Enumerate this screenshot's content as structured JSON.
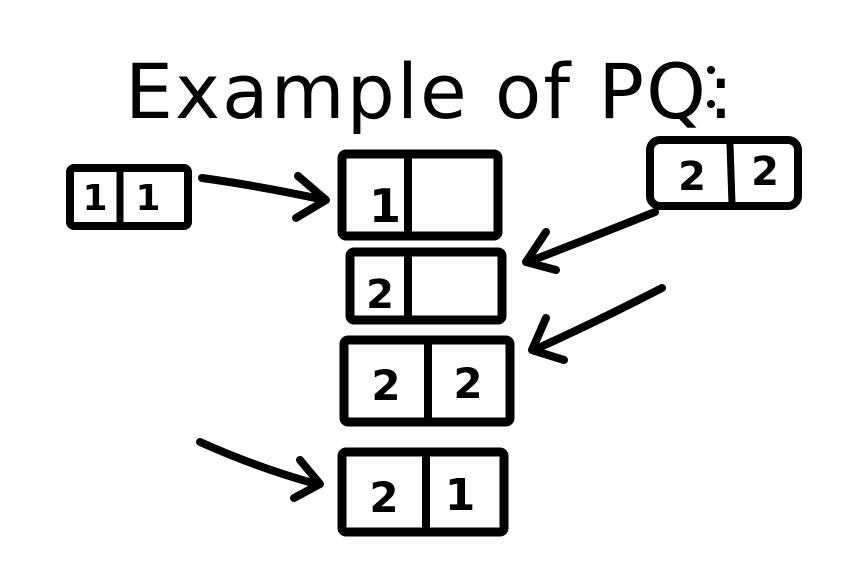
{
  "title": "Example of PQ:",
  "colors": {
    "ink": "#000000",
    "paper": "#ffffff"
  },
  "input_left": {
    "cells": [
      "1",
      "1"
    ]
  },
  "input_right": {
    "cells": [
      "2",
      "2"
    ]
  },
  "queue": [
    {
      "cells": [
        "1",
        ""
      ]
    },
    {
      "cells": [
        "2",
        ""
      ]
    },
    {
      "cells": [
        "2",
        "2"
      ]
    },
    {
      "cells": [
        "2",
        "1"
      ]
    }
  ]
}
